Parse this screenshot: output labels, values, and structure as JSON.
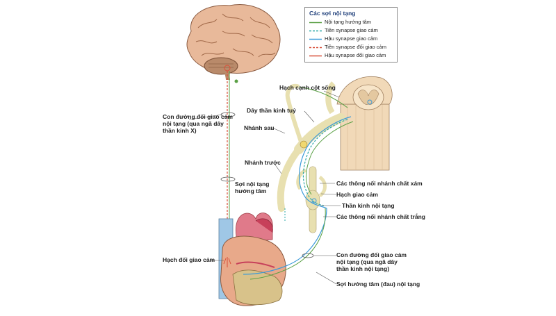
{
  "legend": {
    "title": "Các sợi nội tạng",
    "items": [
      {
        "label": "Nội tạng hướng tâm",
        "color": "#5aa045",
        "style": "solid"
      },
      {
        "label": "Tiền synapse giao cảm",
        "color": "#2aa7a7",
        "style": "dashed"
      },
      {
        "label": "Hậu synapse giao cảm",
        "color": "#3b9ad9",
        "style": "solid"
      },
      {
        "label": "Tiền synapse đối giao cảm",
        "color": "#d8503a",
        "style": "dashed"
      },
      {
        "label": "Hậu synapse đối giao cảm",
        "color": "#d8503a",
        "style": "solid"
      }
    ]
  },
  "labels": {
    "paravertebral_ganglion": "Hạch cạnh cột sống",
    "spinal_nerve": "Dây thần kinh tuỷ",
    "posterior_ramus": "Nhánh sau",
    "anterior_ramus": "Nhánh trước",
    "vagal_pathway": "Con đường đối giao cảm\nnội tạng (qua ngã dây\nthần kinh X)",
    "visceral_afferent_fiber": "Sợi nội tạng\nhướng tâm",
    "gray_rami": "Các thông nối nhánh chất xám",
    "sympathetic_ganglion": "Hạch giao cảm",
    "splanchnic_nerve": "Thần kinh nội tạng",
    "white_rami": "Các thông nối nhánh chất trắng",
    "parasympathetic_ganglion": "Hạch đối giao cảm",
    "splanchnic_pathway": "Con đường đối giao cảm\nnội tạng (qua ngã dây\nthần kinh nội tạng)",
    "pain_afferent": "Sợi hướng tâm (đau) nội tạng"
  }
}
